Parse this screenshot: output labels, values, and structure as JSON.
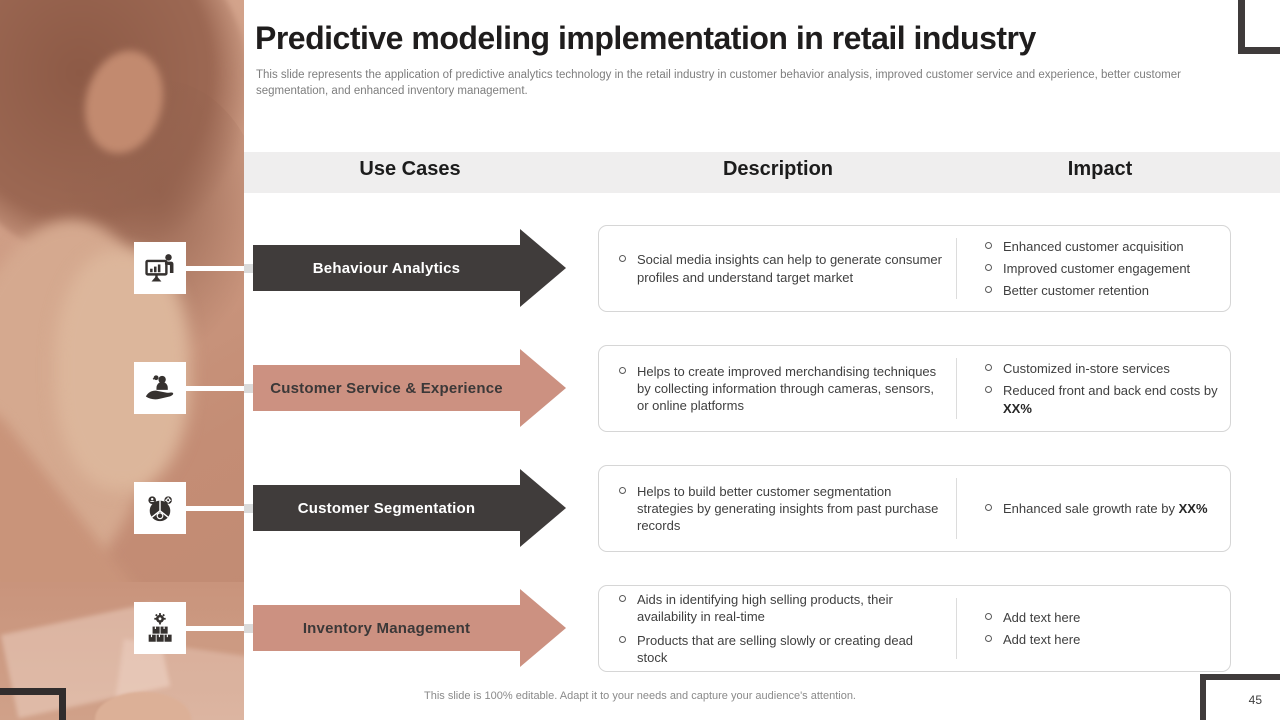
{
  "slide": {
    "title": "Predictive modeling implementation in retail industry",
    "subtitle": "This slide represents the application of predictive analytics technology in the retail industry in customer behavior analysis, improved customer service and experience, better customer segmentation, and enhanced inventory management.",
    "footer": "This slide is 100% editable. Adapt it to your needs and capture your audience's attention.",
    "page_number": "45"
  },
  "colors": {
    "accent_dark": "#403c3b",
    "accent_salmon": "#cc9181",
    "header_band": "#efeeee",
    "photo_tint": "#c48d75"
  },
  "table": {
    "headers": [
      "Use Cases",
      "Description",
      "Impact"
    ],
    "rows": [
      {
        "use_case": "Behaviour Analytics",
        "icon": "presentation-chart-icon",
        "theme": "dark",
        "description": [
          "Social media insights can help to generate consumer profiles and understand target market"
        ],
        "impact": [
          {
            "text": "Enhanced customer acquisition",
            "bold": ""
          },
          {
            "text": "Improved customer engagement",
            "bold": ""
          },
          {
            "text": "Better customer retention",
            "bold": ""
          }
        ]
      },
      {
        "use_case": "Customer Service & Experience",
        "icon": "service-hand-icon",
        "theme": "salmon",
        "description": [
          "Helps to create improved merchandising techniques by collecting information through cameras, sensors, or online platforms"
        ],
        "impact": [
          {
            "text": "Customized in-store services",
            "bold": ""
          },
          {
            "text": "Reduced front and back end costs by ",
            "bold": "XX%"
          }
        ]
      },
      {
        "use_case": "Customer Segmentation",
        "icon": "segmentation-icon",
        "theme": "dark",
        "description": [
          "Helps to build better customer segmentation strategies by generating insights from past purchase records"
        ],
        "impact": [
          {
            "text": "Enhanced sale growth rate by ",
            "bold": "XX%"
          }
        ]
      },
      {
        "use_case": "Inventory Management",
        "icon": "inventory-icon",
        "theme": "salmon",
        "description": [
          "Aids in identifying high selling products, their availability in real-time",
          "Products that are selling slowly or creating dead stock"
        ],
        "impact": [
          {
            "text": "Add text here",
            "bold": ""
          },
          {
            "text": "Add text here",
            "bold": ""
          }
        ]
      }
    ]
  }
}
